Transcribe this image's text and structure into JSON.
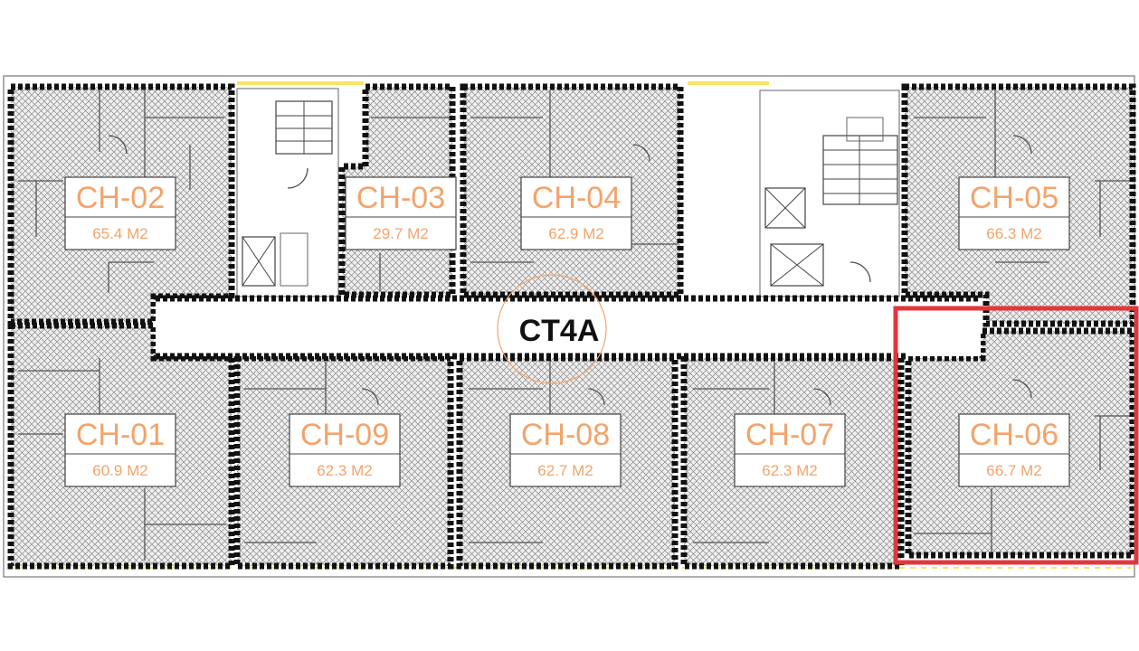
{
  "building": {
    "name": "CT4A"
  },
  "highlight": {
    "unit": "CH-06",
    "color": "#e2363d"
  },
  "colors": {
    "label": "#f2a46b",
    "wall": "#111111",
    "hatch": "#777777",
    "accent_yellow": "#f5e663"
  },
  "units": [
    {
      "id": "CH-02",
      "area": "65.4 M2"
    },
    {
      "id": "CH-03",
      "area": "29.7 M2"
    },
    {
      "id": "CH-04",
      "area": "62.9 M2"
    },
    {
      "id": "CH-05",
      "area": "66.3 M2"
    },
    {
      "id": "CH-01",
      "area": "60.9 M2"
    },
    {
      "id": "CH-09",
      "area": "62.3 M2"
    },
    {
      "id": "CH-08",
      "area": "62.7 M2"
    },
    {
      "id": "CH-07",
      "area": "62.3 M2"
    },
    {
      "id": "CH-06",
      "area": "66.7 M2"
    }
  ]
}
